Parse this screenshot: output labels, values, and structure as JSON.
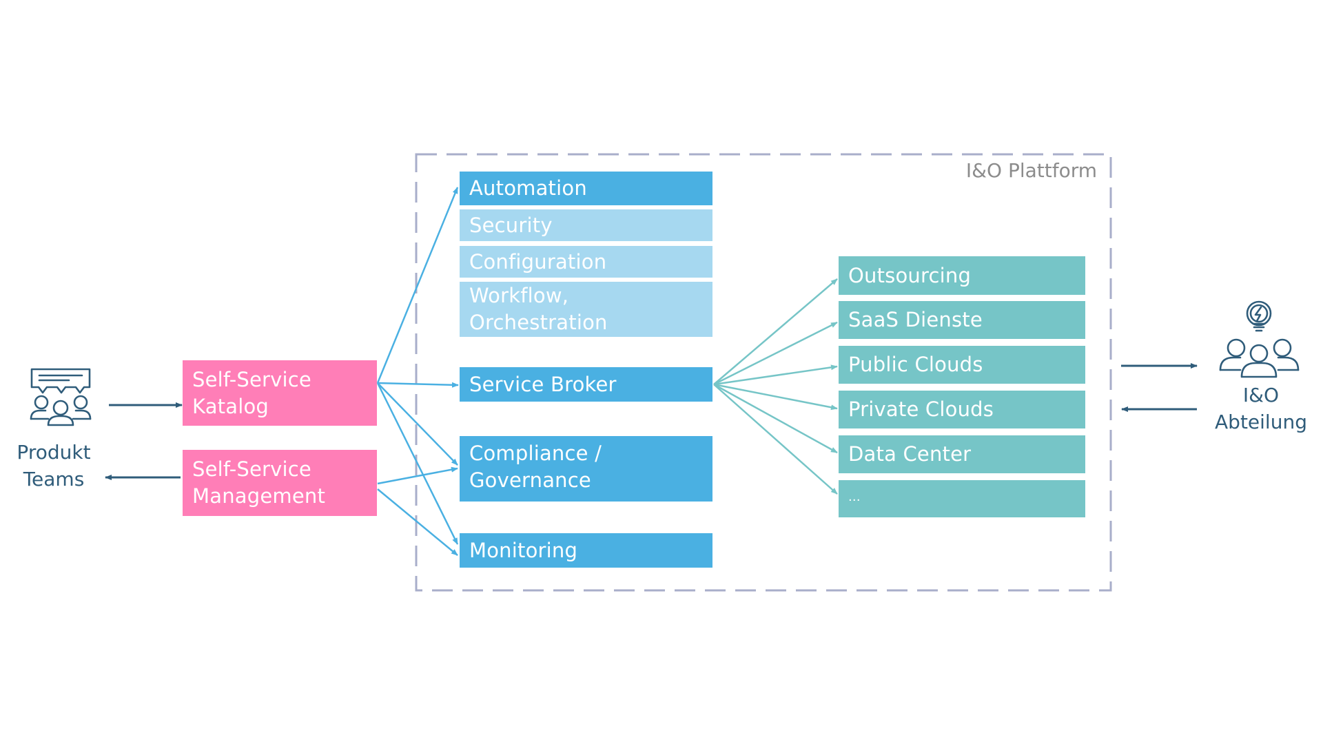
{
  "platform": {
    "label": "I&O Plattform"
  },
  "actors": {
    "left": {
      "label": "Produkt\nTeams",
      "icon": "team-discussion-icon"
    },
    "right": {
      "label": "I&O\nAbteilung",
      "icon": "team-idea-lightbulb-icon"
    }
  },
  "self_service": [
    {
      "id": "katalog",
      "label": "Self-Service\nKatalog"
    },
    {
      "id": "management",
      "label": "Self-Service\nManagement"
    }
  ],
  "capabilities": [
    {
      "id": "automation",
      "label": "Automation",
      "tone": "primary"
    },
    {
      "id": "security",
      "label": "Security",
      "tone": "light"
    },
    {
      "id": "configuration",
      "label": "Configuration",
      "tone": "light"
    },
    {
      "id": "workflow",
      "label": "Workflow,\nOrchestration",
      "tone": "light"
    },
    {
      "id": "service-broker",
      "label": "Service Broker",
      "tone": "primary"
    },
    {
      "id": "compliance",
      "label": "Compliance /\nGovernance",
      "tone": "primary"
    },
    {
      "id": "monitoring",
      "label": "Monitoring",
      "tone": "primary"
    }
  ],
  "providers": [
    {
      "id": "outsourcing",
      "label": "Outsourcing"
    },
    {
      "id": "saas",
      "label": "SaaS Dienste"
    },
    {
      "id": "public-clouds",
      "label": "Public Clouds"
    },
    {
      "id": "private-clouds",
      "label": "Private Clouds"
    },
    {
      "id": "data-center",
      "label": "Data Center"
    },
    {
      "id": "more",
      "label": "..."
    }
  ],
  "connections": [
    {
      "from": "produkt-teams",
      "to": "katalog"
    },
    {
      "from": "management",
      "to": "produkt-teams"
    },
    {
      "from": "katalog",
      "to": "automation"
    },
    {
      "from": "katalog",
      "to": "service-broker"
    },
    {
      "from": "katalog",
      "to": "compliance"
    },
    {
      "from": "katalog",
      "to": "monitoring"
    },
    {
      "from": "management",
      "to": "compliance"
    },
    {
      "from": "management",
      "to": "monitoring"
    },
    {
      "from": "service-broker",
      "to": "outsourcing"
    },
    {
      "from": "service-broker",
      "to": "saas"
    },
    {
      "from": "service-broker",
      "to": "public-clouds"
    },
    {
      "from": "service-broker",
      "to": "private-clouds"
    },
    {
      "from": "service-broker",
      "to": "data-center"
    },
    {
      "from": "service-broker",
      "to": "more"
    },
    {
      "from": "platform",
      "to": "io-abteilung"
    },
    {
      "from": "io-abteilung",
      "to": "platform"
    }
  ],
  "colors": {
    "self_service": "#FF7EB7",
    "capability_primary": "#4AB0E2",
    "capability_light": "#A6D8F0",
    "provider": "#76C5C7",
    "actor": "#2F5C7A",
    "platform_border": "#A8AECA"
  }
}
